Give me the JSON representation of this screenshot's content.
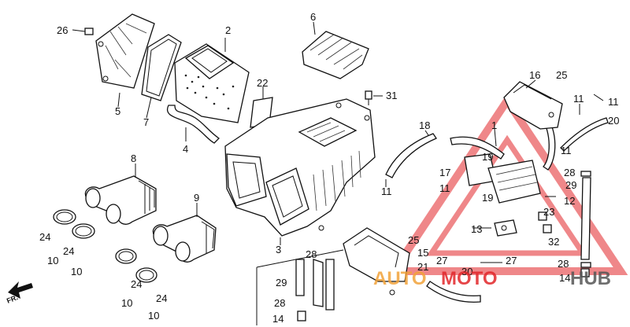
{
  "diagram": {
    "labels": {
      "p1": "1",
      "p2": "2",
      "p3": "3",
      "p4": "4",
      "p5": "5",
      "p6": "6",
      "p7": "7",
      "p8": "8",
      "p9": "9",
      "p10a": "10",
      "p10b": "10",
      "p10c": "10",
      "p10d": "10",
      "p11a": "11",
      "p11b": "11",
      "p11c": "11",
      "p11d": "11",
      "p11e": "11",
      "p12": "12",
      "p13": "13",
      "p14a": "14",
      "p14b": "14",
      "p15": "15",
      "p16": "16",
      "p17": "17",
      "p18": "18",
      "p19a": "19",
      "p19b": "19",
      "p20": "20",
      "p21": "21",
      "p22": "22",
      "p23": "23",
      "p24a": "24",
      "p24b": "24",
      "p24c": "24",
      "p24d": "24",
      "p25a": "25",
      "p25b": "25",
      "p26": "26",
      "p27a": "27",
      "p27b": "27",
      "p28a": "28",
      "p28b": "28",
      "p28c": "28",
      "p28d": "28",
      "p29a": "29",
      "p29b": "29",
      "p30": "30",
      "p31": "31",
      "p32": "32"
    },
    "direction": "FR."
  },
  "watermark": {
    "word1": "AUTO",
    "word2": "MOTO",
    "word3": "HUB",
    "color_orange": "#f2a33a",
    "color_red": "#e2262a"
  }
}
